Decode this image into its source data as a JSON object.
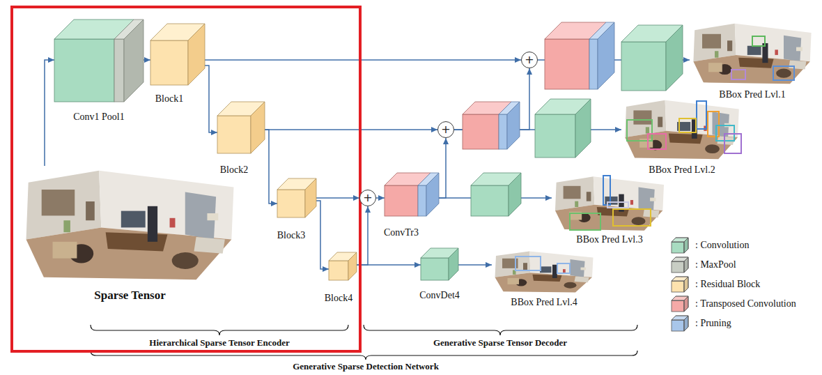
{
  "diagram": {
    "nodes": [
      {
        "text": [
          "Sparse Tensor"
        ]
      },
      {
        "text": [
          "Conv1 Pool1"
        ]
      },
      {
        "text": [
          "Block1"
        ]
      },
      {
        "text": [
          "Block2"
        ]
      },
      {
        "text": [
          "Block3"
        ]
      },
      {
        "text": [
          "Block4"
        ]
      },
      {
        "text": [
          "+"
        ]
      },
      {
        "text": [
          "ConvTr3"
        ]
      },
      {
        "text": [
          "ConvDet4"
        ]
      },
      {
        "text": [
          "+"
        ]
      },
      {
        "text": [
          "+"
        ]
      },
      {
        "text": [
          "BBox Pred Lvl.1"
        ]
      },
      {
        "text": [
          "BBox Pred Lvl.2"
        ]
      },
      {
        "text": [
          "BBox Pred Lvl.3"
        ]
      },
      {
        "text": [
          "BBox Pred Lvl.4"
        ]
      }
    ],
    "edges": [
      {
        "from": 0,
        "to": 1,
        "arrow": "to"
      },
      {
        "from": 1,
        "to": 2,
        "arrow": "to"
      },
      {
        "from": 2,
        "to": 3,
        "arrow": "to"
      },
      {
        "from": 3,
        "to": 4,
        "arrow": "to"
      },
      {
        "from": 4,
        "to": 5,
        "arrow": "to"
      },
      {
        "from": 2,
        "to": 10,
        "arrow": "to"
      },
      {
        "from": 3,
        "to": 9,
        "arrow": "to"
      },
      {
        "from": 4,
        "to": 6,
        "arrow": "to"
      },
      {
        "from": 5,
        "to": 6,
        "arrow": "to"
      },
      {
        "from": 5,
        "to": 8,
        "arrow": "to"
      },
      {
        "from": 8,
        "to": 14,
        "arrow": "to"
      },
      {
        "from": 6,
        "to": 7,
        "arrow": "to"
      },
      {
        "from": 7,
        "to": 9,
        "arrow": "to"
      },
      {
        "from": 7,
        "to": 13,
        "arrow": "to"
      },
      {
        "from": 9,
        "to": 10,
        "arrow": "to"
      },
      {
        "from": 9,
        "to": 12,
        "arrow": "to"
      },
      {
        "from": 10,
        "to": 11,
        "arrow": "to"
      }
    ],
    "labels": [
      "Hierarchical Sparse Tensor Encoder",
      "Generative Sparse Tensor Decoder",
      "Generative Sparse Detection Network"
    ],
    "legend": [
      {
        "text": ": Convolution",
        "color": "#a8dcc1"
      },
      {
        "text": ": MaxPool",
        "color": "#c8cdc4"
      },
      {
        "text": ": Residual Block",
        "color": "#fde2ae"
      },
      {
        "text": ": Transposed Convolution",
        "color": "#f5a9a7"
      },
      {
        "text": ": Pruning",
        "color": "#a8c6ea"
      }
    ]
  }
}
